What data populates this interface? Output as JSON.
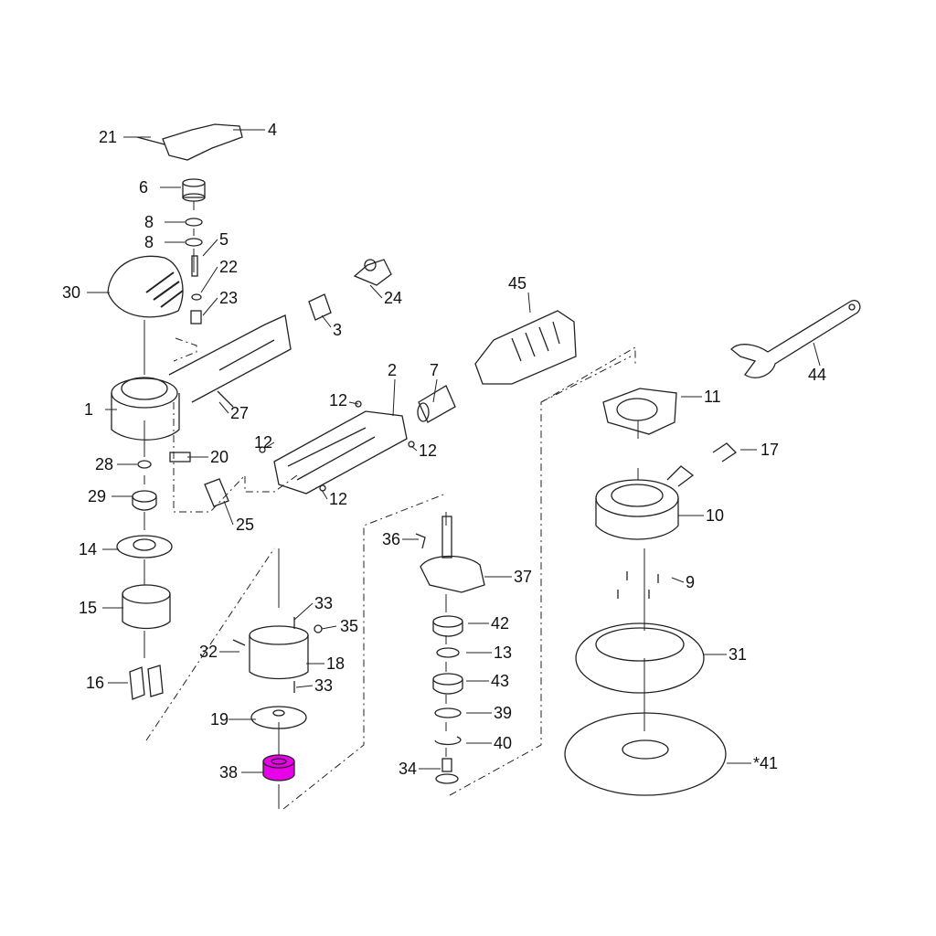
{
  "diagram": {
    "highlight_color": "#e800e8",
    "highlighted_part": "38",
    "labels": [
      "21",
      "4",
      "6",
      "8",
      "8",
      "5",
      "22",
      "23",
      "30",
      "24",
      "3",
      "45",
      "2",
      "7",
      "12",
      "12",
      "12",
      "12",
      "1",
      "27",
      "28",
      "20",
      "29",
      "25",
      "14",
      "15",
      "16",
      "32",
      "33",
      "35",
      "18",
      "33",
      "19",
      "38",
      "36",
      "37",
      "42",
      "13",
      "43",
      "39",
      "40",
      "34",
      "11",
      "17",
      "10",
      "9",
      "31",
      "*41",
      "44"
    ]
  }
}
